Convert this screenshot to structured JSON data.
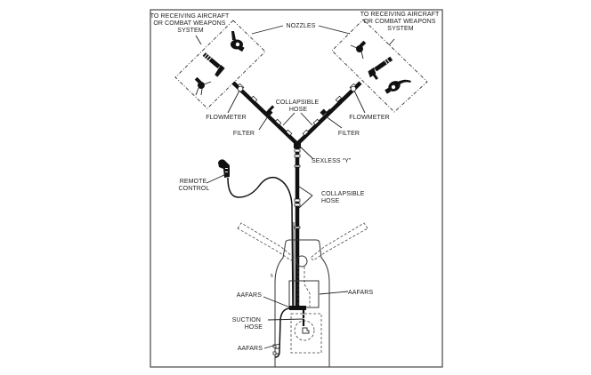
{
  "diagram": {
    "type": "equipment schematic",
    "labels": {
      "receiving_left": [
        "TO RECEIVING AIRCRAFT",
        "OR COMBAT WEAPONS",
        "SYSTEM"
      ],
      "receiving_right": [
        "TO RECEIVING AIRCRAFT",
        "OR COMBAT WEAPONS",
        "SYSTEM"
      ],
      "nozzles": "NOZZLES",
      "collapsible_hose_top": [
        "COLLAPSIBLE",
        "HOSE"
      ],
      "flowmeter_left": "FLOWMETER",
      "flowmeter_right": "FLOWMETER",
      "filter_left": "FILTER",
      "filter_right": "FILTER",
      "sexless_y": "SEXLESS “Y”",
      "remote_control": [
        "REMOTE",
        "CONTROL"
      ],
      "collapsible_hose_mid": [
        "COLLAPSIBLE",
        "HOSE"
      ],
      "aafars_right": "AAFARS",
      "aafars_left_upper": "AAFARS",
      "suction_hose": [
        "SUCTION",
        "HOSE"
      ],
      "aafars_left_lower": "AAFARS"
    },
    "colors": {
      "line": "#111111",
      "frame": "#555555",
      "background": "#ffffff"
    }
  }
}
